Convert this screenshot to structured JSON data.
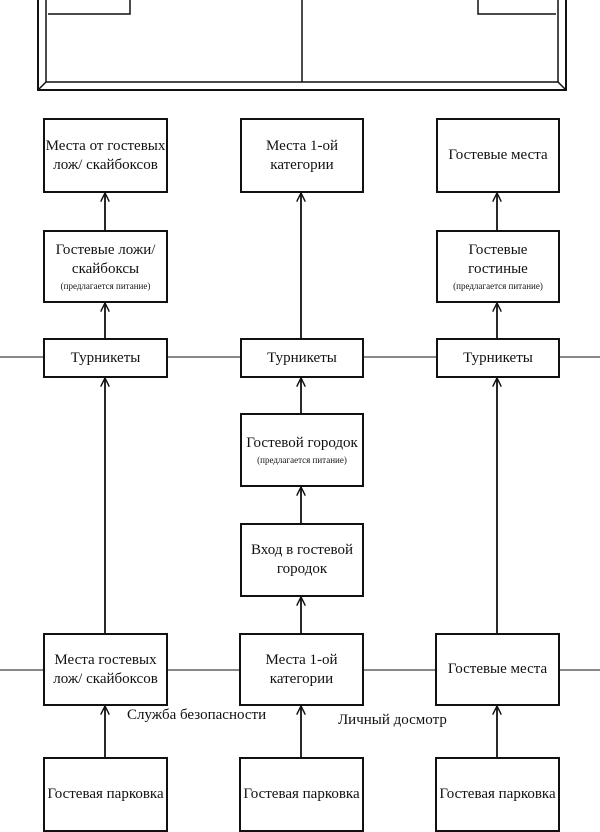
{
  "diagram": {
    "col1": {
      "top": "Места от гостевых лож/ скайбоксов",
      "lounge": "Гостевые ложи/ скайбоксы",
      "lounge_note": "(предлагается питание)",
      "turnstile": "Турникеты",
      "entry": "Места гостевых лож/ скайбоксов",
      "parking": "Гостевая парковка"
    },
    "col2": {
      "top": "Места 1-ой категории",
      "turnstile": "Турникеты",
      "village": "Гостевой городок",
      "village_note": "(предлагается питание)",
      "village_entry": "Вход в гостевой городок",
      "entry": "Места 1-ой категории",
      "parking": "Гостевая парковка"
    },
    "col3": {
      "top": "Гостевые места",
      "lounge": "Гостевые гостиные",
      "lounge_note": "(предлагается питание)",
      "turnstile": "Турникеты",
      "entry": "Гостевые места",
      "parking": "Гостевая парковка"
    },
    "security_label": "Служба безопасности",
    "inspection_label": "Личный досмотр"
  }
}
